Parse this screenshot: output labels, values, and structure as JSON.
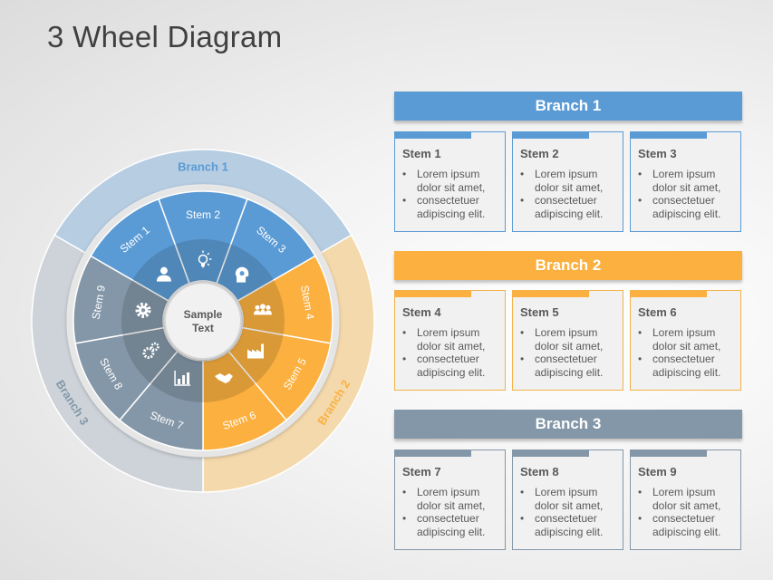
{
  "title": "3 Wheel Diagram",
  "center": {
    "line1": "Sample",
    "line2": "Text"
  },
  "colors": {
    "branch1": "#5b9bd5",
    "branch2": "#fbb040",
    "branch3": "#8497a8",
    "branch1_outer": "#b6cde2",
    "branch2_outer": "#f4d9ac",
    "branch3_outer": "#cdd3d9",
    "branch1_border": "#5b9bd5",
    "branch2_border": "#f3b249",
    "branch3_border": "#8497a8"
  },
  "wheel_icons": [
    "user-icon",
    "lightbulb-icon",
    "head-gear-icon",
    "team-icon",
    "factory-icon",
    "handshake-icon",
    "bar-chart-icon",
    "gears-icon",
    "gear-icon"
  ],
  "branches": [
    {
      "name": "Branch 1",
      "stems": [
        {
          "title": "Stem 1",
          "bullets": [
            "Lorem ipsum dolor sit amet,",
            "consectetuer adipiscing elit."
          ]
        },
        {
          "title": "Stem 2",
          "bullets": [
            "Lorem ipsum dolor sit amet,",
            "consectetuer adipiscing elit."
          ]
        },
        {
          "title": "Stem 3",
          "bullets": [
            "Lorem ipsum dolor sit amet,",
            "consectetuer adipiscing elit."
          ]
        }
      ]
    },
    {
      "name": "Branch 2",
      "stems": [
        {
          "title": "Stem 4",
          "bullets": [
            "Lorem ipsum dolor sit amet,",
            "consectetuer adipiscing elit."
          ]
        },
        {
          "title": "Stem 5",
          "bullets": [
            "Lorem ipsum dolor sit amet,",
            "consectetuer adipiscing elit."
          ]
        },
        {
          "title": "Stem 6",
          "bullets": [
            "Lorem ipsum dolor sit amet,",
            "consectetuer adipiscing elit."
          ]
        }
      ]
    },
    {
      "name": "Branch 3",
      "stems": [
        {
          "title": "Stem 7",
          "bullets": [
            "Lorem ipsum dolor sit amet,",
            "consectetuer adipiscing elit."
          ]
        },
        {
          "title": "Stem 8",
          "bullets": [
            "Lorem ipsum dolor sit amet,",
            "consectetuer adipiscing elit."
          ]
        },
        {
          "title": "Stem 9",
          "bullets": [
            "Lorem ipsum dolor sit amet,",
            "consectetuer adipiscing elit."
          ]
        }
      ]
    }
  ]
}
